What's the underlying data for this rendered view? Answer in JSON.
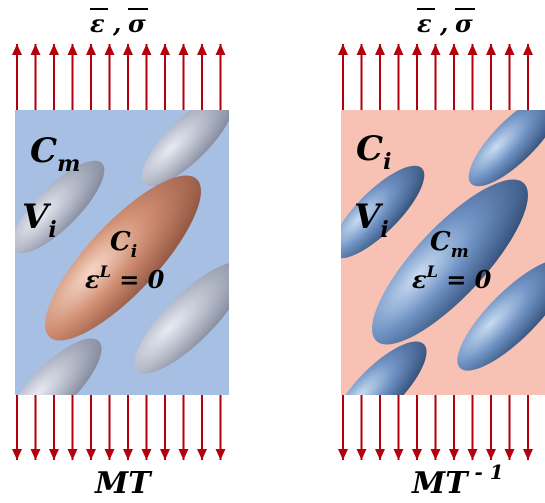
{
  "panels": [
    {
      "id": "mt",
      "top_label": {
        "eps": "ε",
        "sep": " ,",
        "sigma": "σ"
      },
      "bottom_label": {
        "main": "MT",
        "sup": ""
      },
      "matrix_label": {
        "base": "C",
        "sub": "m"
      },
      "volume_label": {
        "base": "V",
        "sub": "i"
      },
      "center_label": {
        "base": "C",
        "sub": "i"
      },
      "strain_label": {
        "base": "ε",
        "sup": "L",
        "rest": " = 0"
      },
      "colors": {
        "background": "#a6bfe3",
        "inclusions": "#b2b7c6",
        "center_inclusion": "#c98466"
      }
    },
    {
      "id": "mt-inverse",
      "top_label": {
        "eps": "ε",
        "sep": " ,",
        "sigma": "σ"
      },
      "bottom_label": {
        "main": "MT",
        "sup": " - 1"
      },
      "matrix_label": {
        "base": "C",
        "sub": "i"
      },
      "volume_label": {
        "base": "V",
        "sub": "i"
      },
      "center_label": {
        "base": "C",
        "sub": "m"
      },
      "strain_label": {
        "base": "ε",
        "sup": "L",
        "rest": " = 0"
      },
      "colors": {
        "background": "#f7c1b3",
        "inclusions": "#5f84b6",
        "center_inclusion": "#5f84b6"
      }
    }
  ],
  "colors": {
    "arrows": "#b3000d"
  }
}
